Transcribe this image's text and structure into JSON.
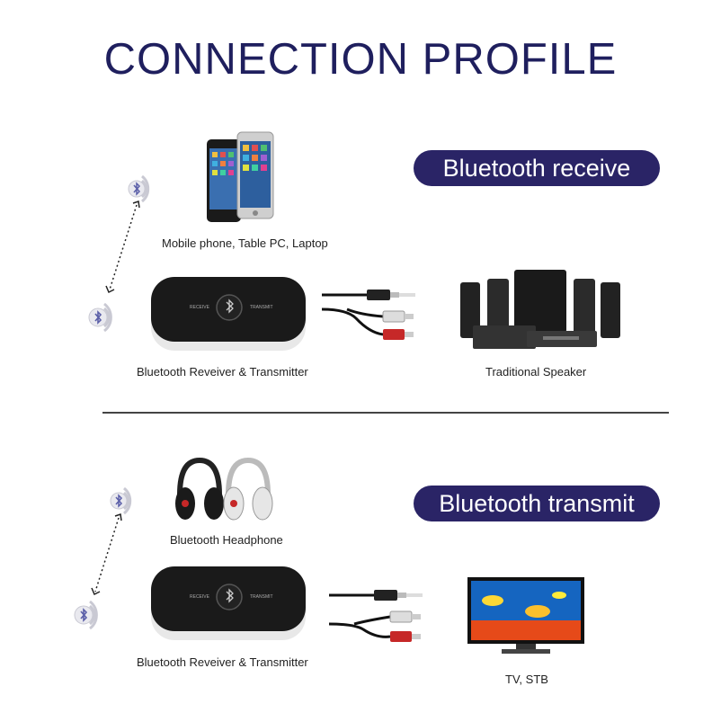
{
  "title": "CONNECTION PROFILE",
  "receive": {
    "mode_label": "Bluetooth receive",
    "source_caption": "Mobile phone, Table PC, Laptop",
    "device_caption": "Bluetooth  Reveiver  &  Transmitter",
    "output_caption": "Traditional Speaker"
  },
  "transmit": {
    "mode_label": "Bluetooth transmit",
    "target_caption": "Bluetooth  Headphone",
    "device_caption": "Bluetooth  Reveiver  &  Transmitter",
    "input_caption": "TV, STB"
  },
  "colors": {
    "title": "#1f1f5e",
    "pill": "#2a2466",
    "bluetooth": "#5b5fa8"
  },
  "icons": [
    "bluetooth-icon",
    "phone-icon",
    "headphone-icon",
    "speaker-icon",
    "tv-icon",
    "cable-icon"
  ]
}
